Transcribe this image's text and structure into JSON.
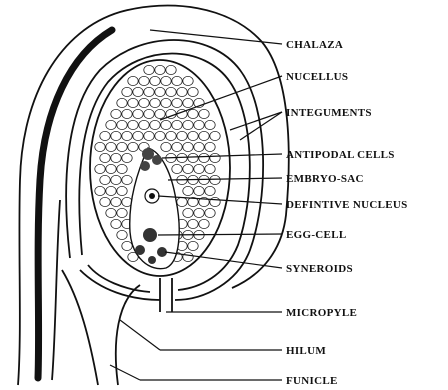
{
  "figure": {
    "labels": {
      "chalaza": "CHALAZA",
      "nucellus": "NUCELLUS",
      "integuments": "INTEGUMENTS",
      "antipodal": "ANTIPODAL CELLS",
      "embryo_sac": "EMBRYO-SAC",
      "definitive": "DEFINTIVE NUCLEUS",
      "egg_cell": "EGG-CELL",
      "synergids": "SYNEROIDS",
      "micropyle": "MICROPYLE",
      "hilum": "HILUM",
      "funicle": "FUNICLE"
    }
  }
}
